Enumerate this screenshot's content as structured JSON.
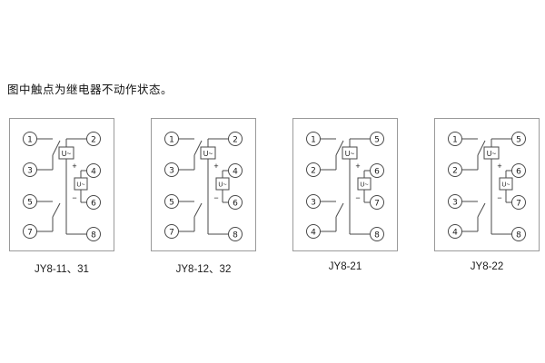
{
  "note": "图中触点为继电器不动作状态。",
  "colors": {
    "line": "#4a4a4a",
    "text": "#1a1a1a",
    "border": "#9a9a9a"
  },
  "panels": [
    {
      "caption": "JY8-11、31",
      "left_terminals": [
        "1",
        "3",
        "5",
        "7"
      ],
      "right_terminals": [
        "2",
        "4",
        "6",
        "8"
      ],
      "ac_element_label": "U~",
      "dc_element_label": "U~",
      "polarity_plus": "+",
      "polarity_minus": "−"
    },
    {
      "caption": "JY8-12、32",
      "left_terminals": [
        "1",
        "3",
        "5",
        "7"
      ],
      "right_terminals": [
        "2",
        "4",
        "6",
        "8"
      ],
      "ac_element_label": "U~",
      "dc_element_label": "U~",
      "polarity_plus": "+",
      "polarity_minus": "−"
    },
    {
      "caption": "JY8-21",
      "left_terminals": [
        "1",
        "2",
        "3",
        "4"
      ],
      "right_terminals": [
        "5",
        "6",
        "7",
        "8"
      ],
      "ac_element_label": "U~",
      "dc_element_label": "U~",
      "polarity_plus": "+",
      "polarity_minus": "−"
    },
    {
      "caption": "JY8-22",
      "left_terminals": [
        "1",
        "2",
        "3",
        "4"
      ],
      "right_terminals": [
        "5",
        "6",
        "7",
        "8"
      ],
      "ac_element_label": "U~",
      "dc_element_label": "U~",
      "polarity_plus": "+",
      "polarity_minus": "−"
    }
  ]
}
